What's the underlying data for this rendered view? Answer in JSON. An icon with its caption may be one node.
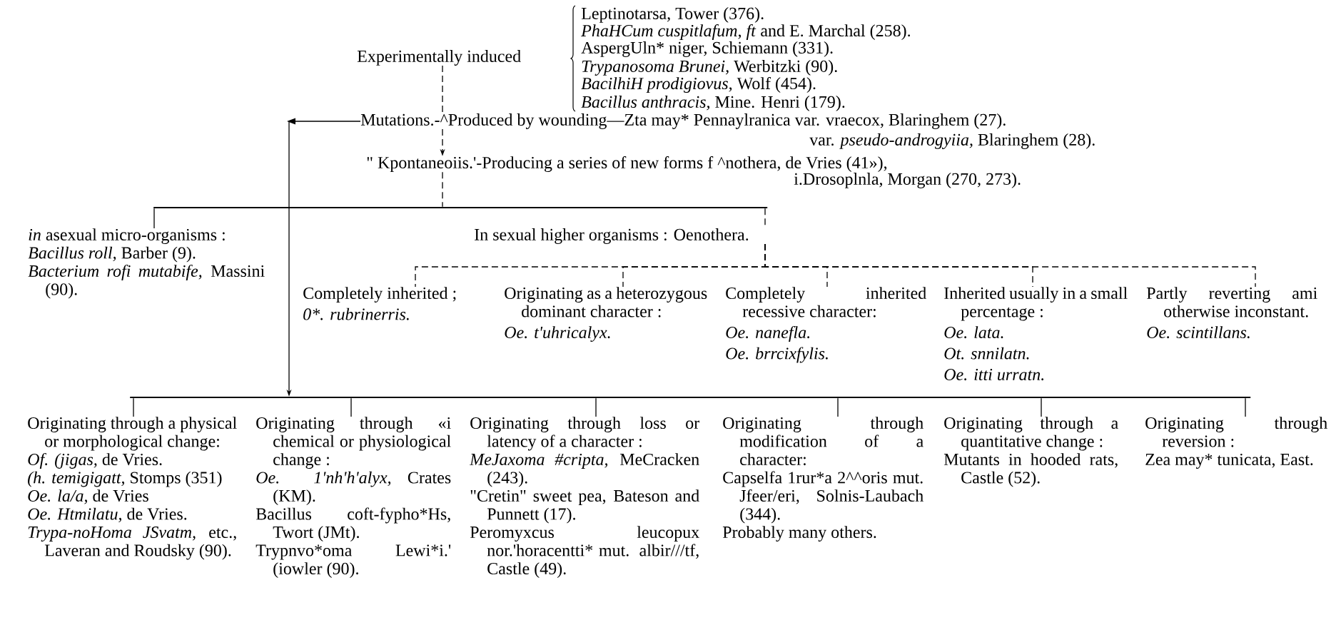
{
  "diagram": {
    "nodes": [
      {
        "text": [
          "Experimentally induced"
        ]
      },
      {
        "text": [
          "Mutations.-^Produced by wounding—Zta may* Pennaylranica var. vraecox, Blaringhem (27)."
        ]
      },
      {
        "text": [
          "\" Kpontaneoiis.'-Producing a series of new forms f ^nothera, de Vries (41»),"
        ]
      },
      {
        "text": [],
        "shape": "bar"
      },
      {
        "text": [
          "*in* asexual micro-organisms :",
          "*Bacillus roll,* Barber (9).",
          "*Bacterium rofi mutabife,* Massini (90)."
        ]
      },
      {
        "text": [
          "In sexual higher organisms : Oenothera."
        ]
      },
      {
        "text": [
          "Completely inherited ;",
          "0*. rubrinerris."
        ]
      },
      {
        "text": [
          "Originating as a heterozygous dominant character :",
          "Oe. t'uhricalyx."
        ]
      },
      {
        "text": [
          "Completely inherited recessive character:",
          "Oe. nanefla.",
          "Oe. brrcixfylis."
        ]
      },
      {
        "text": [
          "Inherited usually in a small percentage :",
          "Oe. lata.",
          "Ot. snnilatn.",
          "Oe. itti urratn."
        ]
      },
      {
        "text": [
          "Partly reverting ami otherwise inconstant.",
          "Oe. scintillans."
        ]
      },
      {
        "text": [],
        "shape": "bar"
      },
      {
        "text": [
          "Originating through a physical or morphological change:",
          "*Of. (jigas,* de Vries.",
          "*(h. temigigatt,* Stomps (351)",
          "*Oe. la/a,* de Vries",
          "*Oe. Htmilatu,* de Vries.",
          "*Trypa-noHoma JSvatm,* etc., Laveran and Roudsky (90)."
        ]
      },
      {
        "text": [
          "Originating through «i chemical or physiological change :",
          "*Oe. 1'nh'h'alyx,* Crates (KM).",
          "Bacillus coft-fypho*Hs, Twort (JMt).",
          "Trypnvo*oma Lewi*i.' (iowler (90)."
        ]
      },
      {
        "text": [
          "Originating through loss or latency of a character :",
          "*MeJaxoma #cripta,* MeCracken (243).",
          "\"Cretin\" sweet pea, Bateson and Punnett (17).",
          "Peromyxcus leucopux nor.'horacentti* mut. albir///tf, Castle (49)."
        ]
      },
      {
        "text": [
          "Originating through modification of a character:",
          "Capselfa 1rur*a 2^^oris mut. Jfeer/eri, Solnis-Laubach (344).",
          "Probably many others."
        ]
      },
      {
        "text": [
          "Originating through a quantitative change :",
          "Mutants in hooded rats, Castle (52)."
        ]
      },
      {
        "text": [
          "Originating through reversion :",
          "Zea may* tunicata, East."
        ]
      }
    ],
    "edges": [
      {
        "from": 0,
        "to": 1,
        "arrow": "none",
        "style": "dashed"
      },
      {
        "from": 1,
        "to": 2,
        "arrow": "to",
        "style": "dashed"
      },
      {
        "from": 2,
        "to": 3,
        "arrow": "none",
        "style": "dashed"
      },
      {
        "from": 3,
        "to": 4,
        "arrow": "none"
      },
      {
        "from": 3,
        "to": 5,
        "arrow": "none",
        "style": "dashed"
      },
      {
        "from": 5,
        "to": 6,
        "arrow": "none",
        "style": "dashed"
      },
      {
        "from": 5,
        "to": 7,
        "arrow": "none",
        "style": "dashed"
      },
      {
        "from": 5,
        "to": 8,
        "arrow": "none",
        "style": "dashed"
      },
      {
        "from": 5,
        "to": 9,
        "arrow": "none",
        "style": "dashed"
      },
      {
        "from": 5,
        "to": 10,
        "arrow": "none",
        "style": "dashed"
      },
      {
        "from": 1,
        "to": 11,
        "arrow": "to"
      },
      {
        "from": 11,
        "to": 12,
        "arrow": "none"
      },
      {
        "from": 11,
        "to": 13,
        "arrow": "none"
      },
      {
        "from": 11,
        "to": 14,
        "arrow": "none"
      },
      {
        "from": 11,
        "to": 15,
        "arrow": "none"
      },
      {
        "from": 11,
        "to": 16,
        "arrow": "none"
      },
      {
        "from": 11,
        "to": 17,
        "arrow": "none"
      }
    ],
    "labels": [
      "Leptinotarsa, Tower (376).",
      "*PhaHCum cuspitlafum, ft* and E. Marchal (258).",
      "AspergUln* niger, Schiemann (331).",
      "*Trypanosoma Brunei,* Werbitzki (90).",
      "*BacilhiH prodigiovus,* Wolf (454).",
      "*Bacillus anthracis,* Mine. Henri (179).",
      "var. *pseudo-androgyiia,* Blaringhem (28).",
      "i.Drosoplnla, Morgan (270, 273)."
    ]
  }
}
